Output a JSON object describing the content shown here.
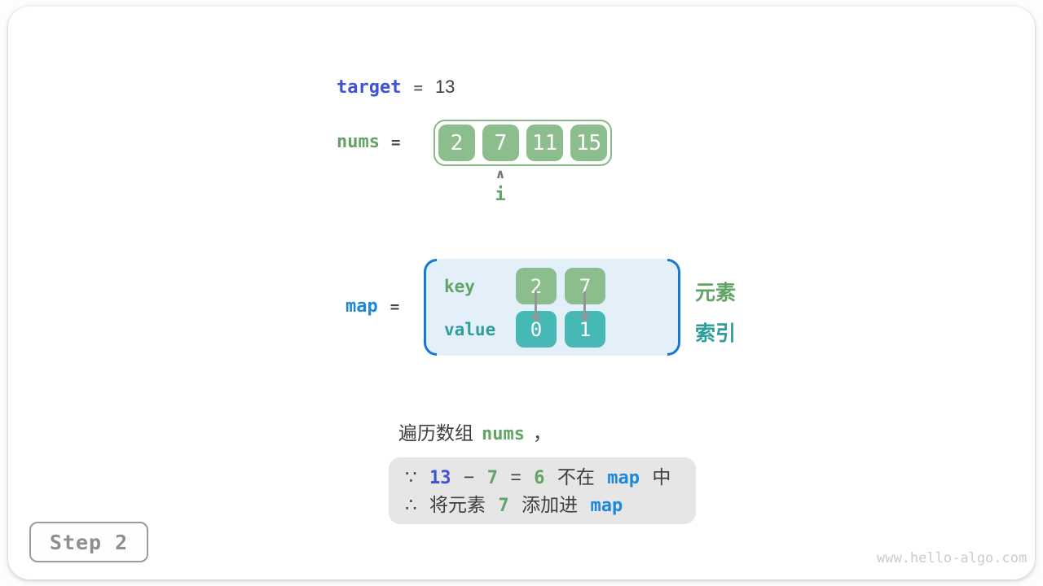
{
  "colors": {
    "green_box": "#8cbd8d",
    "green_border": "#85ba86",
    "teal_box": "#47b9b4",
    "green_text": "#62a465",
    "teal_text": "#2f9e9a",
    "indigo_text": "#3e52d3",
    "blue_text": "#1e88d8",
    "dark_text": "#3f3f3f",
    "map_panel_bg": "#e3f0fa",
    "map_bracket": "#1678d0",
    "note_bg": "#e6e6e6",
    "arrow_gray": "#959595",
    "step_text": "#8e8e8e"
  },
  "target": {
    "name": "target",
    "equals": "=",
    "value": "13"
  },
  "nums": {
    "name": "nums",
    "equals": "=",
    "values": [
      "2",
      "7",
      "11",
      "15"
    ],
    "pointer": {
      "symbol": "∧",
      "label": "i",
      "points_to_index": 1
    }
  },
  "map": {
    "name": "map",
    "equals": "=",
    "key_label": "key",
    "value_label": "value",
    "entries": [
      {
        "key": "2",
        "value": "0"
      },
      {
        "key": "7",
        "value": "1"
      }
    ],
    "side_labels": {
      "top": "元素",
      "bottom": "索引"
    }
  },
  "caption": {
    "prefix": "遍历数组",
    "var": "nums",
    "suffix": "，"
  },
  "note": {
    "line1": [
      "∵",
      "13",
      "−",
      "7",
      "=",
      "6",
      "不在",
      "map",
      "中"
    ],
    "line2": [
      "∴",
      "将元素",
      "7",
      "添加进",
      "map"
    ]
  },
  "footer": {
    "step_label": "Step 2",
    "site": "www.hello-algo.com"
  }
}
